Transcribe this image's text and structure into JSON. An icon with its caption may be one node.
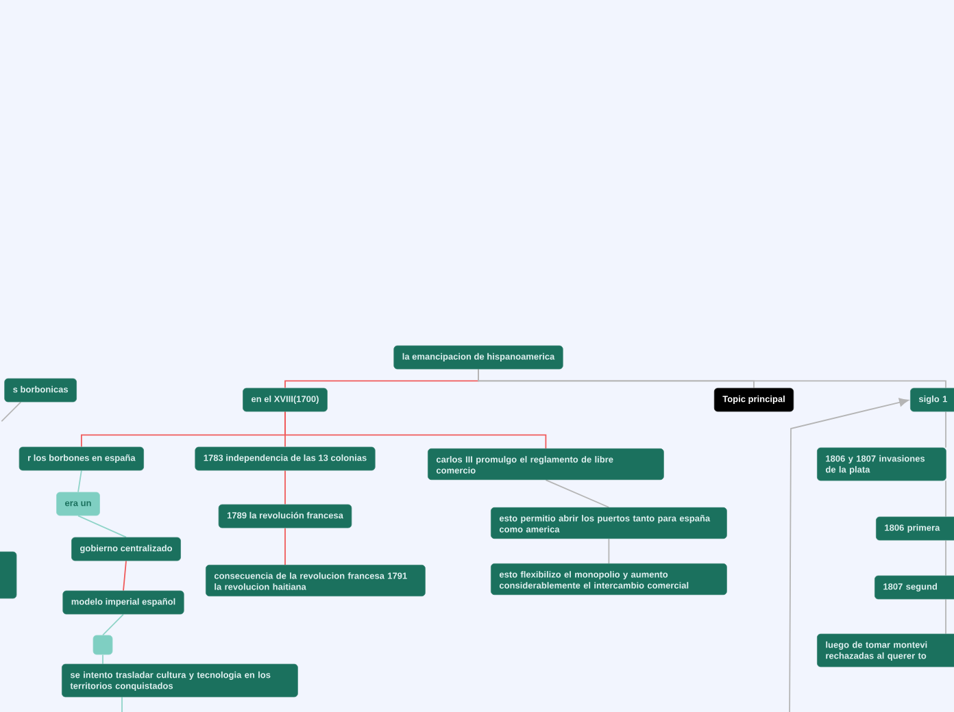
{
  "diagram": {
    "nodes": [
      {
        "text": [
          "la emancipacion de hispanoamerica"
        ]
      },
      {
        "text": [
          "en el XVIII(1700)"
        ]
      },
      {
        "text": [
          "Topic principal"
        ]
      },
      {
        "text": [
          "siglo 1"
        ]
      },
      {
        "text": [
          "s borbonicas"
        ]
      },
      {
        "text": [
          "r los borbones en españa"
        ]
      },
      {
        "text": [
          "1783 independencia de las 13 colonias"
        ]
      },
      {
        "text": [
          "carlos III promulgo el reglamento de libre comercio"
        ]
      },
      {
        "text": [
          "era un"
        ]
      },
      {
        "text": [
          "1789 la revolución francesa"
        ]
      },
      {
        "text": [
          "gobierno centralizado"
        ]
      },
      {
        "text": [
          "consecuencia de la revolucion francesa 1791 la revolucion haitiana"
        ]
      },
      {
        "text": [
          "modelo imperial español"
        ]
      },
      {
        "text": [],
        "shape": "box"
      },
      {
        "text": [
          "se intento trasladar cultura y tecnologia en los territorios conquistados"
        ]
      },
      {
        "text": [
          "esto permitio abrir los puertos tanto para españa como america"
        ]
      },
      {
        "text": [
          "esto flexibilizo el monopolio y aumento considerablemente el intercambio comercial"
        ]
      },
      {
        "text": [
          "1806 y 1807 invasiones de la plata"
        ]
      },
      {
        "text": [
          "1806 primera"
        ]
      },
      {
        "text": [
          "1807 segund"
        ]
      },
      {
        "text": [
          "luego de tomar montevi rechazadas al querer to"
        ]
      },
      {
        "text": [],
        "shape": "box"
      }
    ],
    "edges": [
      {
        "from": 0,
        "to": 1,
        "arrow": "none",
        "color": "#f05a5a"
      },
      {
        "from": 0,
        "to": 2,
        "arrow": "none"
      },
      {
        "from": 0,
        "to": 3,
        "arrow": "none"
      },
      {
        "from": 1,
        "to": 5,
        "arrow": "none",
        "color": "#f05a5a"
      },
      {
        "from": 1,
        "to": 6,
        "arrow": "none",
        "color": "#f05a5a"
      },
      {
        "from": 1,
        "to": 7,
        "arrow": "none",
        "color": "#f05a5a"
      },
      {
        "from": 6,
        "to": 9,
        "arrow": "none",
        "color": "#f05a5a"
      },
      {
        "from": 9,
        "to": 11,
        "arrow": "none",
        "color": "#f05a5a"
      },
      {
        "from": 7,
        "to": 15,
        "arrow": "none"
      },
      {
        "from": 15,
        "to": 16,
        "arrow": "none"
      },
      {
        "from": 5,
        "to": 8,
        "arrow": "none",
        "color": "#8fd4c8"
      },
      {
        "from": 8,
        "to": 10,
        "arrow": "none",
        "color": "#8fd4c8"
      },
      {
        "from": 10,
        "to": 12,
        "arrow": "none",
        "color": "#f05a5a"
      },
      {
        "from": 12,
        "to": 13,
        "arrow": "none",
        "color": "#8fd4c8"
      },
      {
        "from": 13,
        "to": 14,
        "arrow": "none",
        "color": "#8fd4c8"
      },
      {
        "from": 14,
        "to": null,
        "arrow": "none",
        "color": "#8fd4c8"
      },
      {
        "from": 4,
        "to": null,
        "arrow": "none"
      },
      {
        "from": null,
        "to": 3,
        "arrow": "to"
      },
      {
        "from": 3,
        "to": 17,
        "arrow": "none"
      },
      {
        "from": 17,
        "to": 18,
        "arrow": "none"
      },
      {
        "from": 18,
        "to": 19,
        "arrow": "none"
      },
      {
        "from": 19,
        "to": 20,
        "arrow": "none"
      }
    ]
  }
}
